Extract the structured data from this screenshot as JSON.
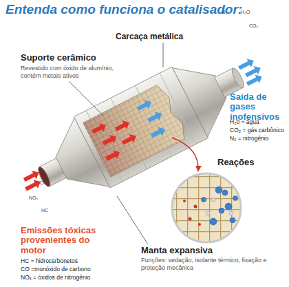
{
  "diagram": {
    "title": "Entenda como funciona o catalisador:",
    "labels": [
      "Carcaça metálica",
      "Suporte cerâmico",
      "Revestido com óxido de alumínio, contém metais ativos",
      "N₂",
      "H₂O",
      "CO₂",
      "Saída de gases inofensivos",
      "H₂0 = água",
      "CO₂ = gás carbônico",
      "N₂ = nitrogênio",
      "Reações",
      "CO",
      "NO₂",
      "HC",
      "Emissões tóxicas provenientes do motor",
      "HC = hidrocarbonetos",
      "CO =monóxido de carbono",
      "NOₓ = óxidos de nitrogênio",
      "Manta expansiva",
      "Funções: vedação, isolante térmico, fixação e proteção mecânica"
    ]
  }
}
